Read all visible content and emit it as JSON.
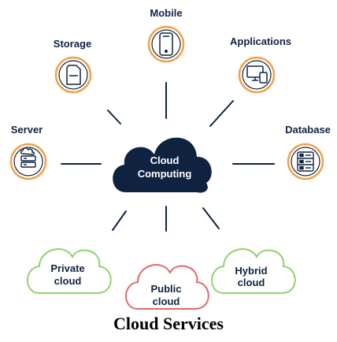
{
  "caption": "Cloud Services",
  "hub": {
    "line1": "Cloud",
    "line2": "Computing"
  },
  "nodes": {
    "mobile": "Mobile",
    "storage": "Storage",
    "applications": "Applications",
    "server": "Server",
    "database": "Database"
  },
  "clouds": {
    "private": {
      "line1": "Private",
      "line2": "cloud"
    },
    "public": {
      "line1": "Public",
      "line2": "cloud"
    },
    "hybrid": {
      "line1": "Hybrid",
      "line2": "cloud"
    }
  },
  "colors": {
    "navy": "#0f2340",
    "orange": "#f0a24a",
    "green": "#8fd36a",
    "red": "#e06a6a",
    "connector": "#0f2340"
  }
}
